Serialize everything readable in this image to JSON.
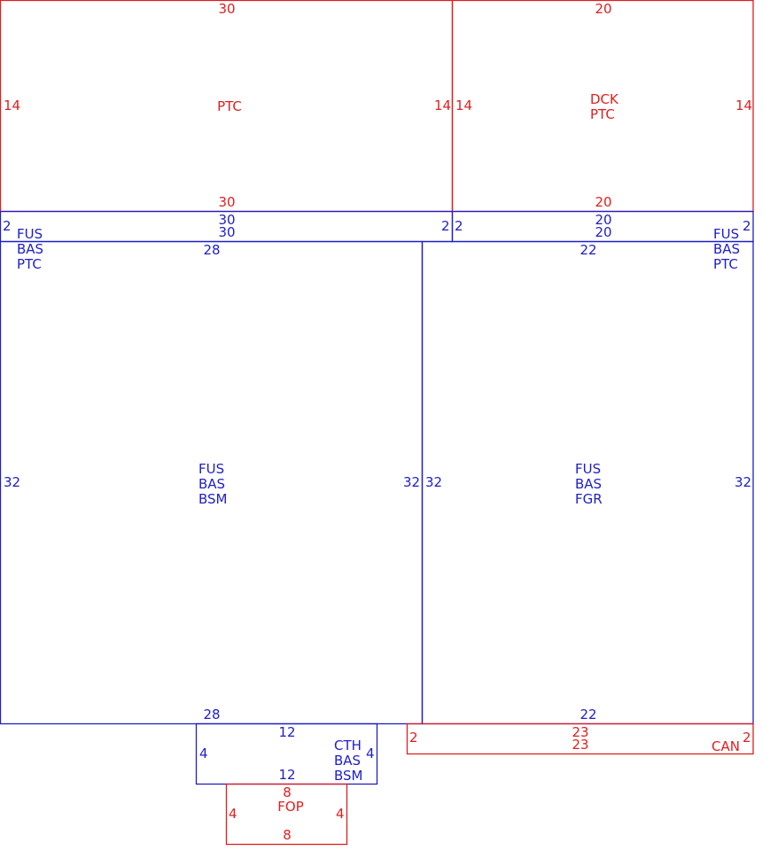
{
  "colors": {
    "red": "#e01e1e",
    "blue": "#1e1ec8"
  },
  "areas": [
    {
      "id": "ptc-left",
      "color": "red",
      "codes": [
        "PTC"
      ],
      "dims": {
        "top": "30",
        "bottom": "30",
        "left": "14",
        "right": "14"
      }
    },
    {
      "id": "dck-ptc",
      "color": "red",
      "codes": [
        "DCK",
        "PTC"
      ],
      "dims": {
        "top": "20",
        "bottom": "20",
        "left": "14",
        "right": "14"
      }
    },
    {
      "id": "fus-bas-ptc-left",
      "color": "blue",
      "codes": [
        "FUS",
        "BAS",
        "PTC"
      ],
      "dims": {
        "top": "30",
        "bottom": "30",
        "left": "2",
        "right": "2"
      }
    },
    {
      "id": "fus-bas-ptc-right",
      "color": "blue",
      "codes": [
        "FUS",
        "BAS",
        "PTC"
      ],
      "dims": {
        "top": "20",
        "bottom": "20",
        "left": "2",
        "right": "2"
      }
    },
    {
      "id": "fus-bas-bsm",
      "color": "blue",
      "codes": [
        "FUS",
        "BAS",
        "BSM"
      ],
      "dims": {
        "top": "28",
        "bottom": "28",
        "left": "32",
        "right": "32"
      }
    },
    {
      "id": "fus-bas-fgr",
      "color": "blue",
      "codes": [
        "FUS",
        "BAS",
        "FGR"
      ],
      "dims": {
        "top": "22",
        "bottom": "22",
        "left": "32",
        "right": "32"
      }
    },
    {
      "id": "cth-bas-bsm",
      "color": "blue",
      "codes": [
        "CTH",
        "BAS",
        "BSM"
      ],
      "dims": {
        "top": "12",
        "bottom": "12",
        "left": "4",
        "right": "4"
      }
    },
    {
      "id": "can",
      "color": "red",
      "codes": [
        "CAN"
      ],
      "dims": {
        "top": "23",
        "bottom": "23",
        "left": "2",
        "right": "2"
      }
    },
    {
      "id": "fop",
      "color": "red",
      "codes": [
        "FOP"
      ],
      "dims": {
        "top": "8",
        "bottom": "8",
        "left": "4",
        "right": "4"
      }
    }
  ]
}
